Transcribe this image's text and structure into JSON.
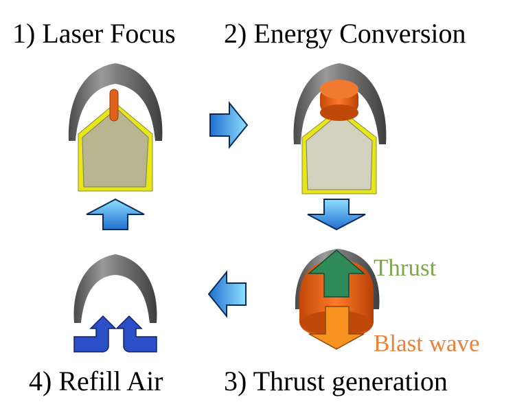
{
  "steps": [
    {
      "number": "1)",
      "label": "Laser Focus"
    },
    {
      "number": "2)",
      "label": "Energy Conversion"
    },
    {
      "number": "3)",
      "label": "Thrust generation"
    },
    {
      "number": "4)",
      "label": "Refill Air"
    }
  ],
  "annotations": {
    "thrust": "Thrust",
    "blast_wave": "Blast wave"
  },
  "colors": {
    "reflector": "#6b6b6b",
    "body_face": "#b8b590",
    "body_face_light": "#d2d1bd",
    "body_edge": "#e6e61a",
    "laser_focus": "#e0621a",
    "plasma": "#e35a10",
    "flow_arrow": "#2a8fd6",
    "thrust_arrow": "#2f8a5a",
    "blast_arrow": "#f7921e",
    "air_arrow": "#2a4fc6",
    "thrust_text": "#7aa84a",
    "blast_text": "#e8823a"
  },
  "icons": [
    "right-arrow-icon",
    "down-arrow-icon",
    "left-arrow-icon",
    "up-arrow-icon"
  ]
}
